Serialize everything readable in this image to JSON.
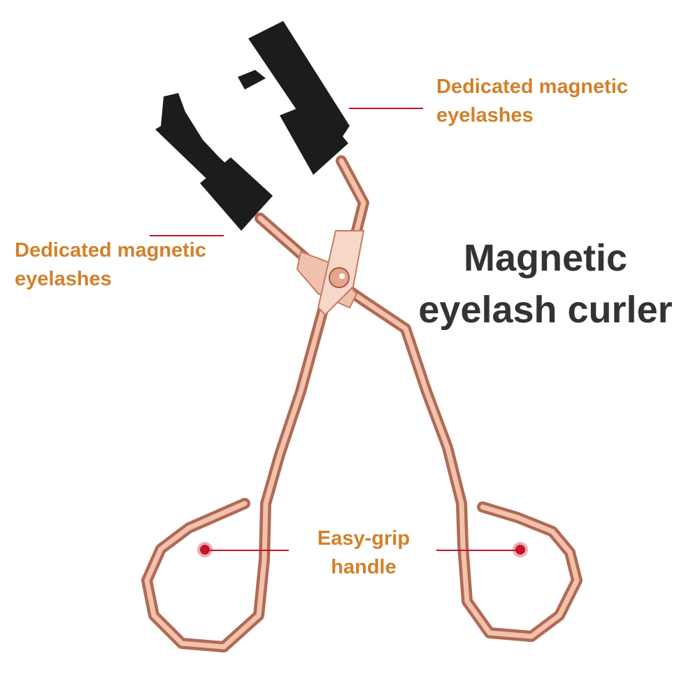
{
  "title": {
    "line1": "Magnetic",
    "line2": "eyelash curler"
  },
  "callouts": {
    "top_right": {
      "line1": "Dedicated magnetic",
      "line2": "eyelashes"
    },
    "left": {
      "line1": "Dedicated magnetic",
      "line2": "eyelashes"
    },
    "bottom": {
      "line1": "Easy-grip",
      "line2": "handle"
    }
  },
  "colors": {
    "label": "#d2802a",
    "title": "#333333",
    "leader": "#c3142a",
    "metal": "#e8a58c",
    "pad": "#1a1a1a"
  }
}
